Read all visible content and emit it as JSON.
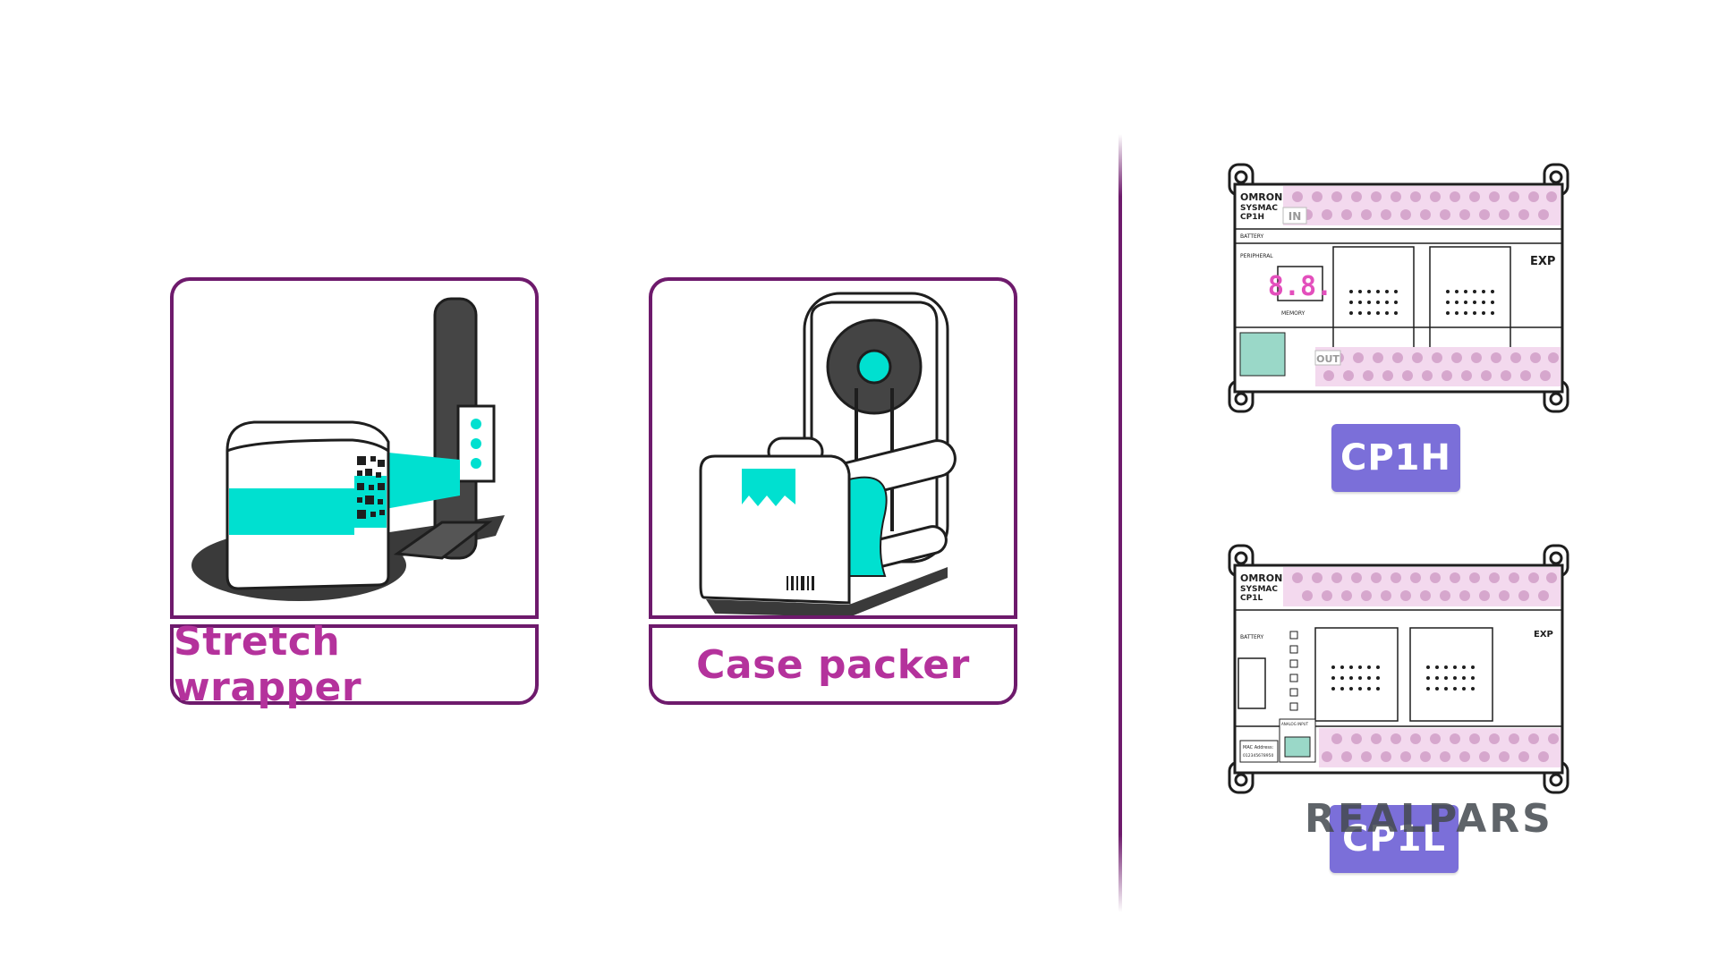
{
  "cards": [
    {
      "label": "Stretch wrapper",
      "icon": "stretch-wrapper-illustration"
    },
    {
      "label": "Case packer",
      "icon": "case-packer-illustration"
    }
  ],
  "plcs": [
    {
      "model": "CP1H",
      "brand": "OMRON",
      "series": "SYSMAC",
      "model_small": "CP1H",
      "battery": "BATTERY",
      "peripheral": "PERIPHERAL",
      "memory": "MEMORY",
      "in": "IN",
      "out": "OUT",
      "exp": "EXP",
      "display": "8.8."
    },
    {
      "model": "CP1L",
      "brand": "OMRON",
      "series": "SYSMAC",
      "model_small": "CP1L",
      "battery": "BATTERY",
      "exp": "EXP",
      "analog": "ANALOG INPUT",
      "mac_label": "MAC Address:",
      "mac_value": "012345678950"
    }
  ],
  "watermark": "REALPARS",
  "colors": {
    "card_border": "#6e1a6c",
    "card_label": "#b4329c",
    "teal": "#00e0d0",
    "badge": "#7b6fd9",
    "terminal": "#f3d9ee"
  }
}
